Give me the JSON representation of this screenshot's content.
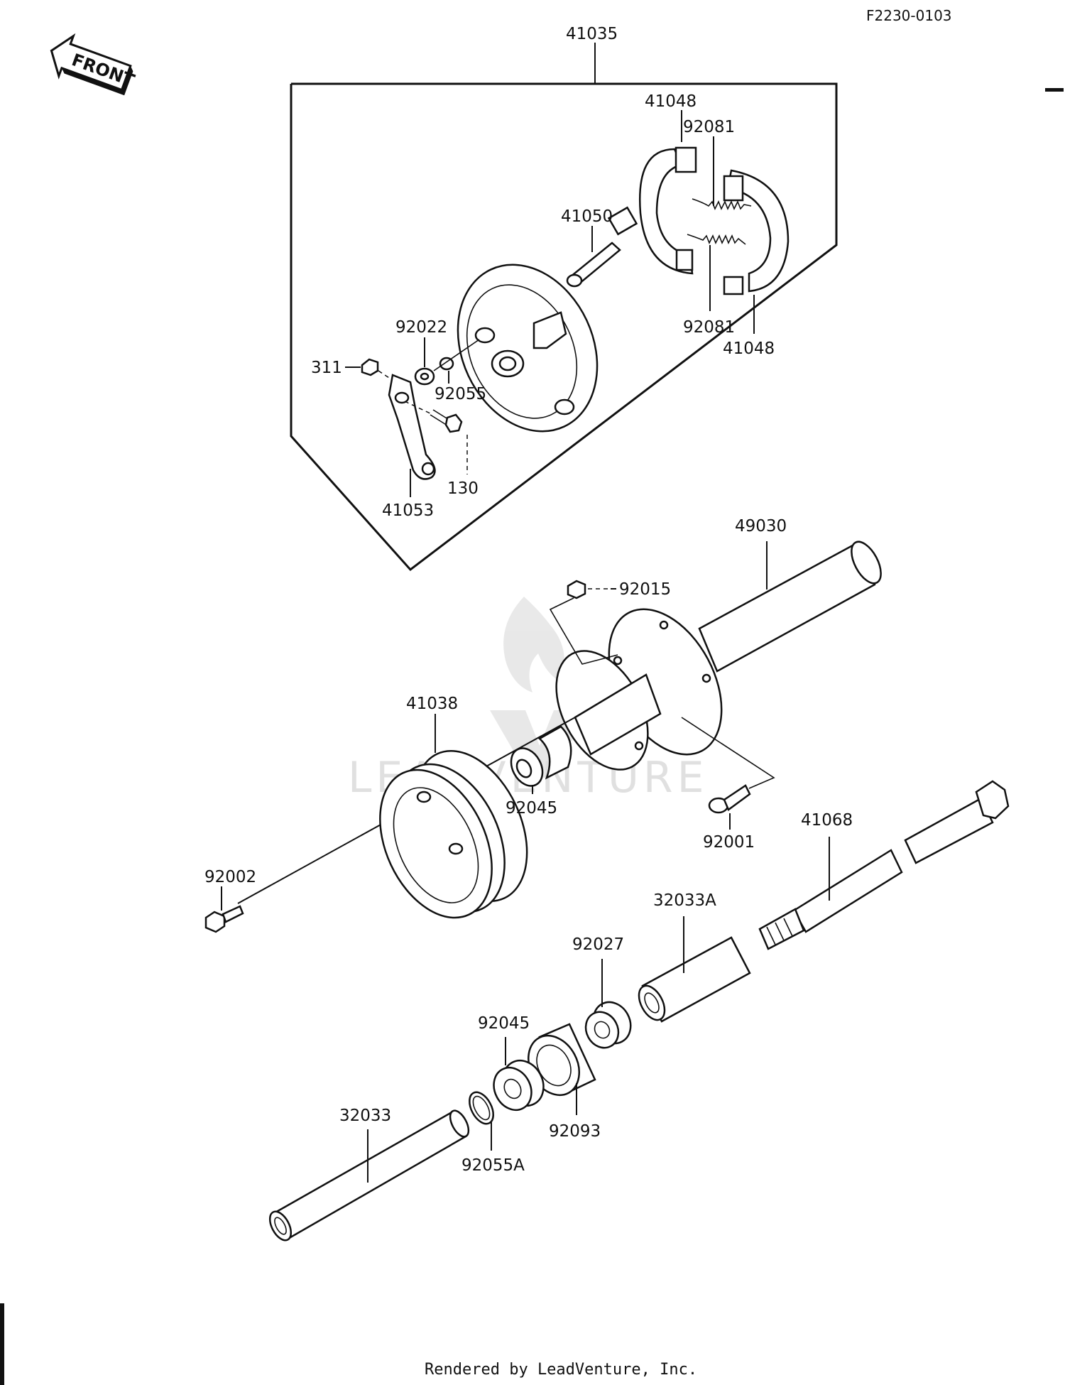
{
  "diagram_ref": "F2230-0103",
  "front_label": "FRONT",
  "footer": "Rendered by LeadVenture, Inc.",
  "watermark": "LEADVENTURE",
  "callouts": {
    "c41035": "41035",
    "c41048_top": "41048",
    "c92081_top": "92081",
    "c41050": "41050",
    "c92022": "92022",
    "c311": "311",
    "c92055": "92055",
    "c92081_bot": "92081",
    "c41048_bot": "41048",
    "c130": "130",
    "c41053": "41053",
    "c49030": "49030",
    "c92015": "92015",
    "c41038": "41038",
    "c92045_hub": "92045",
    "c92001": "92001",
    "c41068": "41068",
    "c92002": "92002",
    "c32033A": "32033A",
    "c92027": "92027",
    "c92045": "92045",
    "c92093": "92093",
    "c32033": "32033",
    "c92055A": "92055A"
  }
}
